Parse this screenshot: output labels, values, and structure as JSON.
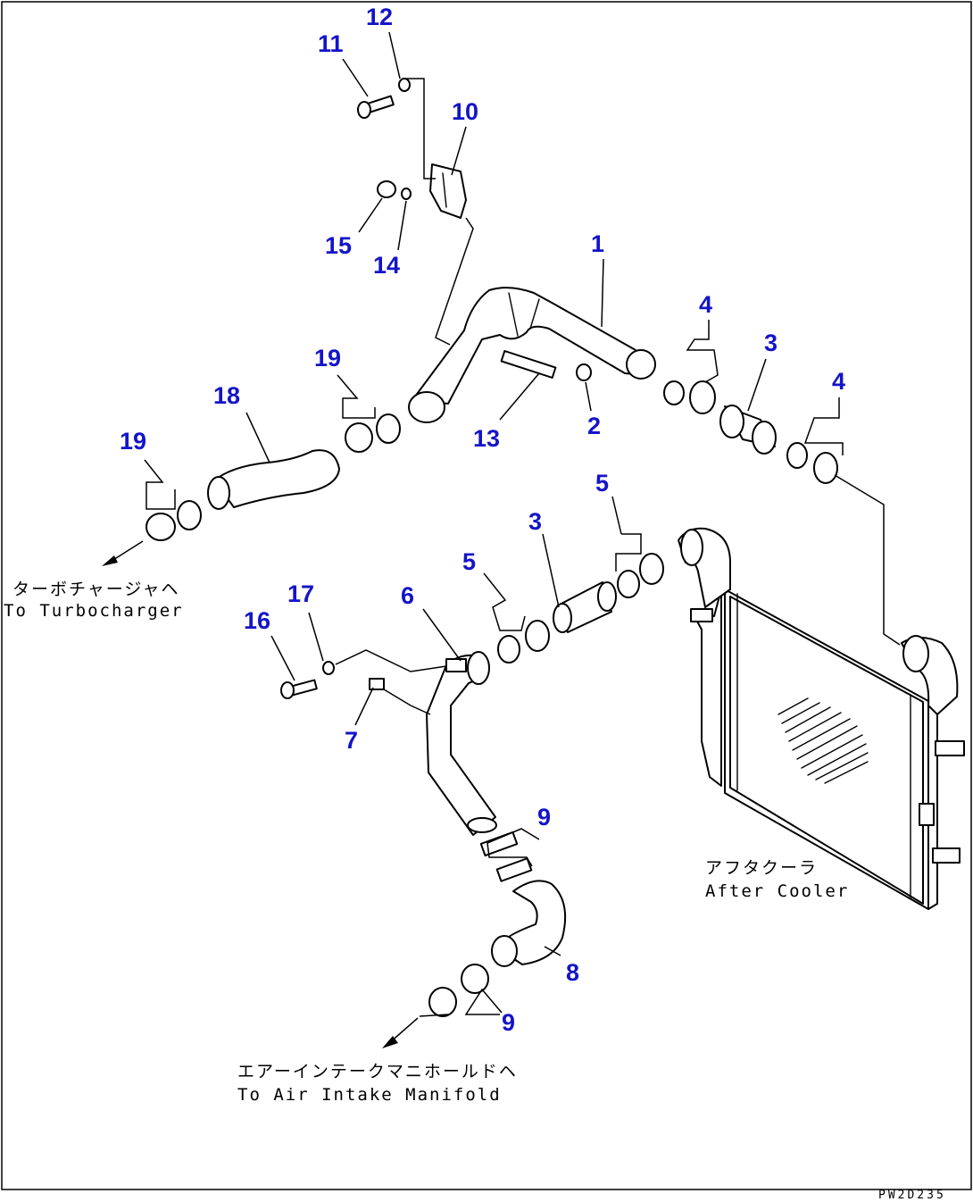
{
  "callouts": [
    {
      "id": "c1",
      "label": "1"
    },
    {
      "id": "c2",
      "label": "2"
    },
    {
      "id": "c3a",
      "label": "3"
    },
    {
      "id": "c3b",
      "label": "3"
    },
    {
      "id": "c4a",
      "label": "4"
    },
    {
      "id": "c4b",
      "label": "4"
    },
    {
      "id": "c5a",
      "label": "5"
    },
    {
      "id": "c5b",
      "label": "5"
    },
    {
      "id": "c6",
      "label": "6"
    },
    {
      "id": "c7",
      "label": "7"
    },
    {
      "id": "c8",
      "label": "8"
    },
    {
      "id": "c9a",
      "label": "9"
    },
    {
      "id": "c9b",
      "label": "9"
    },
    {
      "id": "c10",
      "label": "10"
    },
    {
      "id": "c11",
      "label": "11"
    },
    {
      "id": "c12",
      "label": "12"
    },
    {
      "id": "c13",
      "label": "13"
    },
    {
      "id": "c14",
      "label": "14"
    },
    {
      "id": "c15",
      "label": "15"
    },
    {
      "id": "c16",
      "label": "16"
    },
    {
      "id": "c17",
      "label": "17"
    },
    {
      "id": "c18",
      "label": "18"
    },
    {
      "id": "c19a",
      "label": "19"
    },
    {
      "id": "c19b",
      "label": "19"
    }
  ],
  "notes": {
    "turbo_jp": "ターボチャージャヘ",
    "turbo_en": "To Turbocharger",
    "cooler_jp": "アフタクーラ",
    "cooler_en": "After Cooler",
    "intake_jp": "エアーインテークマニホールドヘ",
    "intake_en": "To Air Intake Manifold"
  },
  "drawing_code": "PW2D235",
  "colors": {
    "callout": "#1414c8",
    "line": "#000000",
    "background": "#ffffff"
  }
}
